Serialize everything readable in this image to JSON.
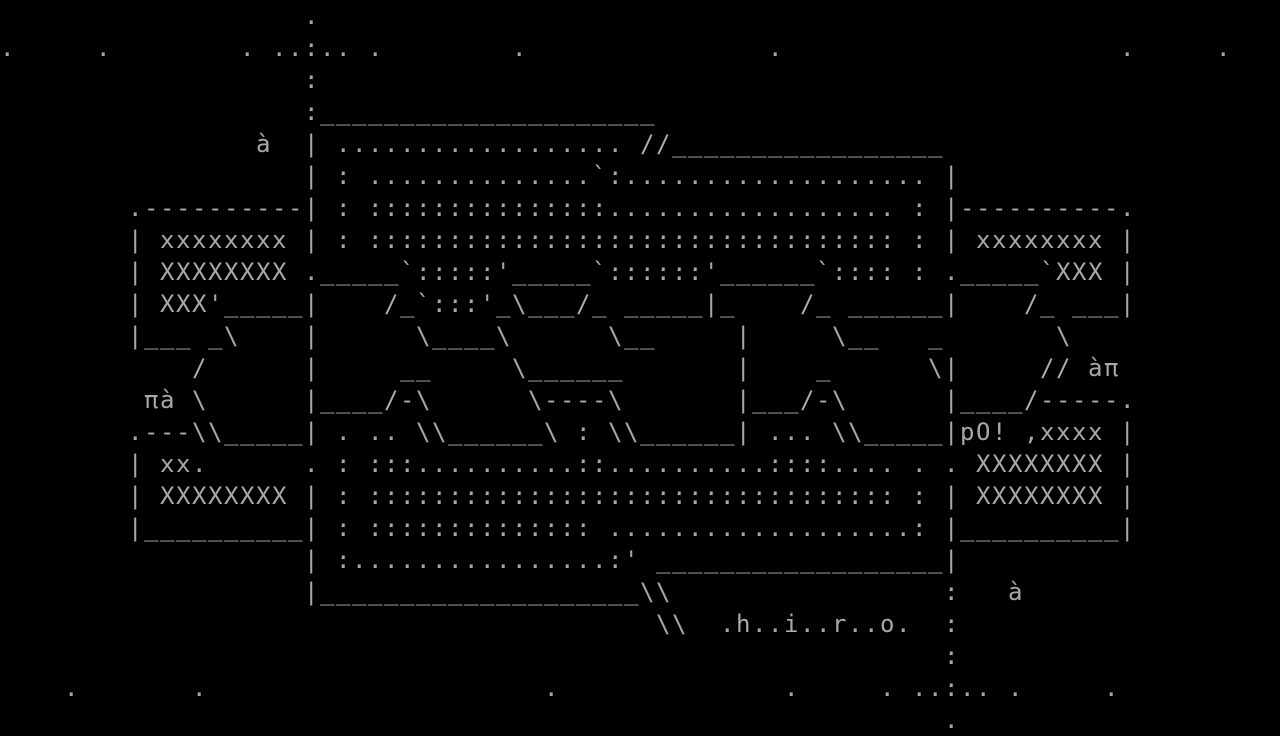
{
  "colors": {
    "background": "#000000",
    "foreground": "#a8a8a8"
  },
  "art": {
    "lines": [
      "                   .",
      ".     .        . ..:.. .        .               .                     .     .",
      "                   :",
      "                   :_____________________",
      "                à  | .................. //_________________",
      "                   | : ..............`:................... |",
      "        .----------| : :::::::::::::::.................. : |----------.",
      "        | xxxxxxxx | : ::::::::::::::::::::::::::::::::: : | xxxxxxxx |",
      "        | XXXXXXXX ._____`:::::'_____`::::::'______`:::: : ._____`XXX |",
      "        | XXX'_____|    /_`:::'_\\___/_ _____|_    /_ ______|    /_ ___|",
      "        |___ _\\    |      \\____\\      \\__     |     \\__   _       \\",
      "            /      |     __     \\______       |    _      \\|     // àπ",
      "         πà \\      |____/-\\      \\----\\       |___/-\\      |____/-----.",
      "        .---\\\\_____| . .. \\\\______\\ : \\\\______| ... \\\\_____|pO! ,xxxx |",
      "        | xx.      . : :::..........::..........::::.... . . XXXXXXXX |",
      "        | XXXXXXXX | : ::::::::::::::::::::::::::::::::: : | XXXXXXXX |",
      "        |__________| : :::::::::::::: ...................: |__________|",
      "                   | :................:' __________________|",
      "                   |____________________\\\\                 :   à",
      "                                         \\\\  .h..i..r..o.  :",
      "                                                           :",
      "    .       .                     .              .     . ..:.. .     .",
      "                                                           ."
    ]
  }
}
